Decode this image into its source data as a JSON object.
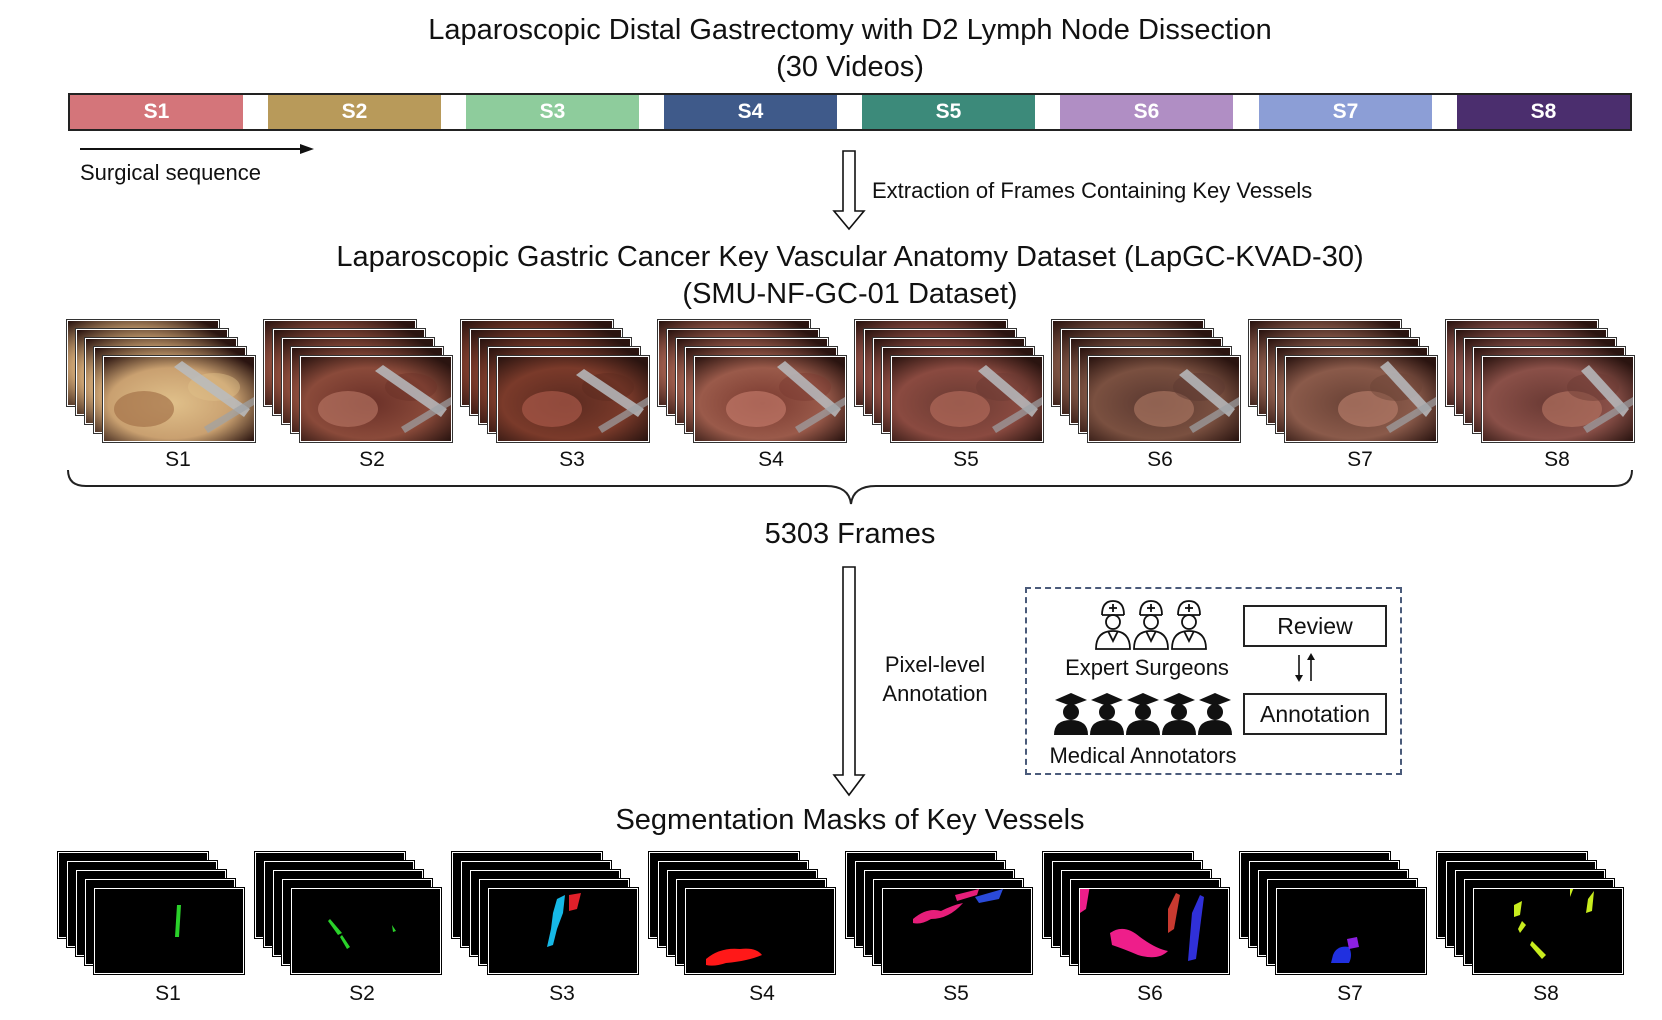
{
  "header": {
    "title": "Laparoscopic Distal Gastrectomy with D2 Lymph Node Dissection",
    "subtitle": "(30 Videos)"
  },
  "timeline": {
    "segments": [
      {
        "label": "S1",
        "color": "#d4757a"
      },
      {
        "label": "S2",
        "color": "#b89a5a"
      },
      {
        "label": "S3",
        "color": "#8ecc9c"
      },
      {
        "label": "S4",
        "color": "#3f5a8a"
      },
      {
        "label": "S5",
        "color": "#3c8a7a"
      },
      {
        "label": "S6",
        "color": "#b08ec4"
      },
      {
        "label": "S7",
        "color": "#8c9ed6"
      },
      {
        "label": "S8",
        "color": "#4b2e6e"
      }
    ],
    "sequence_label": "Surgical sequence"
  },
  "step1": {
    "label": "Extraction of Frames Containing Key Vessels"
  },
  "dataset": {
    "title": "Laparoscopic Gastric Cancer Key Vascular Anatomy Dataset (LapGC-KVAD-30)",
    "subtitle": "(SMU-NF-GC-01 Dataset)",
    "stacks": [
      "S1",
      "S2",
      "S3",
      "S4",
      "S5",
      "S6",
      "S7",
      "S8"
    ],
    "frames_total": "5303 Frames"
  },
  "step2": {
    "label_line1": "Pixel-level",
    "label_line2": "Annotation",
    "experts_label": "Expert Surgeons",
    "annotators_label": "Medical Annotators",
    "review_label": "Review",
    "annotation_label": "Annotation"
  },
  "masks": {
    "title": "Segmentation Masks of Key Vessels",
    "stacks": [
      "S1",
      "S2",
      "S3",
      "S4",
      "S5",
      "S6",
      "S7",
      "S8"
    ]
  }
}
